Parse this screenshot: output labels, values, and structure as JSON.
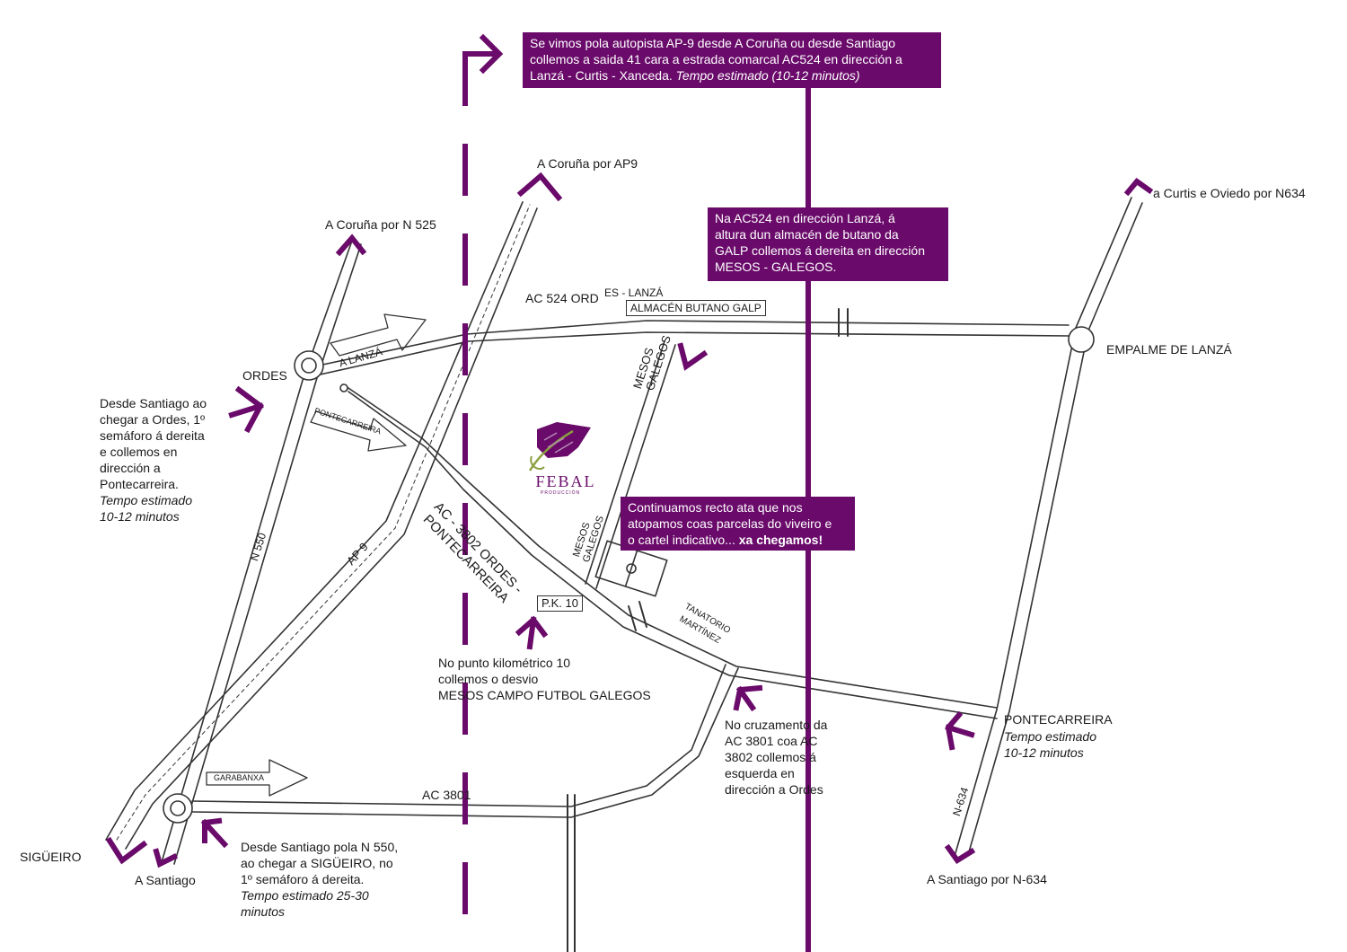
{
  "colors": {
    "accent": "#6a0a6a",
    "road": "#333333",
    "background": "#ffffff"
  },
  "top_box": {
    "line1": "Se vimos pola autopista AP-9 desde A Coruña ou desde Santiago",
    "line2": "collemos a saida 41 cara a estrada comarcal AC524 en dirección a",
    "line3": "Lanzá - Curtis - Xanceda.",
    "line3_italic": "Tempo estimado (10-12 minutos)"
  },
  "mid_box": {
    "line1": "Na AC524 en dirección Lanzá, á",
    "line2": "altura dun almacén de butano da",
    "line3": "GALP collemos á dereita en dirección",
    "line4": "MESOS - GALEGOS."
  },
  "finish_box": {
    "line1": "Continuamos recto ata que nos",
    "line2": "atopamos coas parcelas do viveiro e",
    "line3": "o cartel indicativo...",
    "line3_bold": "xa chegamos!"
  },
  "places": {
    "coruna_ap9": "A Coruña por AP9",
    "coruna_n525": "A Coruña por N 525",
    "curtis": "a Curtis e Oviedo por N634",
    "ordes": "ORDES",
    "empalme": "EMPALME DE LANZÁ",
    "pontecarreira": "PONTECARREIRA",
    "pontecarreira_time1": "Tempo estimado",
    "pontecarreira_time2": "10-12 minutos",
    "sigueiro": "SIGÜEIRO",
    "a_santiago": "A Santiago",
    "santiago_n634": "A Santiago por N-634"
  },
  "roads": {
    "ac524": "AC 524 ORD",
    "ac524_b": "ES - LANZÁ",
    "almacen": "ALMACÉN BUTANO GALP",
    "a_lanza": "A LANZÁ",
    "pontecarreira_sign": "PONTECARREIRA",
    "ac3802": "AC - 3802 ORDES -",
    "ac3802_b": "PONTECARREIRA",
    "ap9": "AP 9",
    "n550": "N 550",
    "mesos_galegos_top": "MESOS",
    "mesos_galegos_top_b": "GALEGOS",
    "mesos_galegos_low": "MESOS",
    "mesos_galegos_low_b": "GALEGOS",
    "tanatorio": "TANATORIO",
    "tanatorio_b": "MARTÍNEZ",
    "pk10": "P.K. 10",
    "garabanxa": "GARABANXA",
    "ac3801": "AC 3801",
    "n634": "N-634"
  },
  "notes": {
    "ordes": [
      "Desde Santiago ao",
      "chegar a Ordes, 1º",
      "semáforo á dereita",
      "e collemos en",
      "dirección a",
      "Pontecarreira."
    ],
    "ordes_time": [
      "Tempo estimado",
      "10-12 minutos"
    ],
    "pk10": [
      "No punto kilométrico 10",
      "collemos o desvio",
      "MESOS CAMPO FUTBOL GALEGOS"
    ],
    "cruce": [
      "No cruzamento da",
      "AC 3801 coa AC",
      "3802 collemos á",
      "esquerda en",
      "dirección a Ordes"
    ],
    "sigueiro": [
      "Desde Santiago pola N 550,",
      "ao chegar a SIGÜEIRO, no",
      "1º semáforo á dereita."
    ],
    "sigueiro_time": [
      "Tempo estimado 25-30",
      "minutos"
    ]
  },
  "logo": {
    "word": "FEBAL",
    "sub": "PRODUCCIÓN"
  }
}
